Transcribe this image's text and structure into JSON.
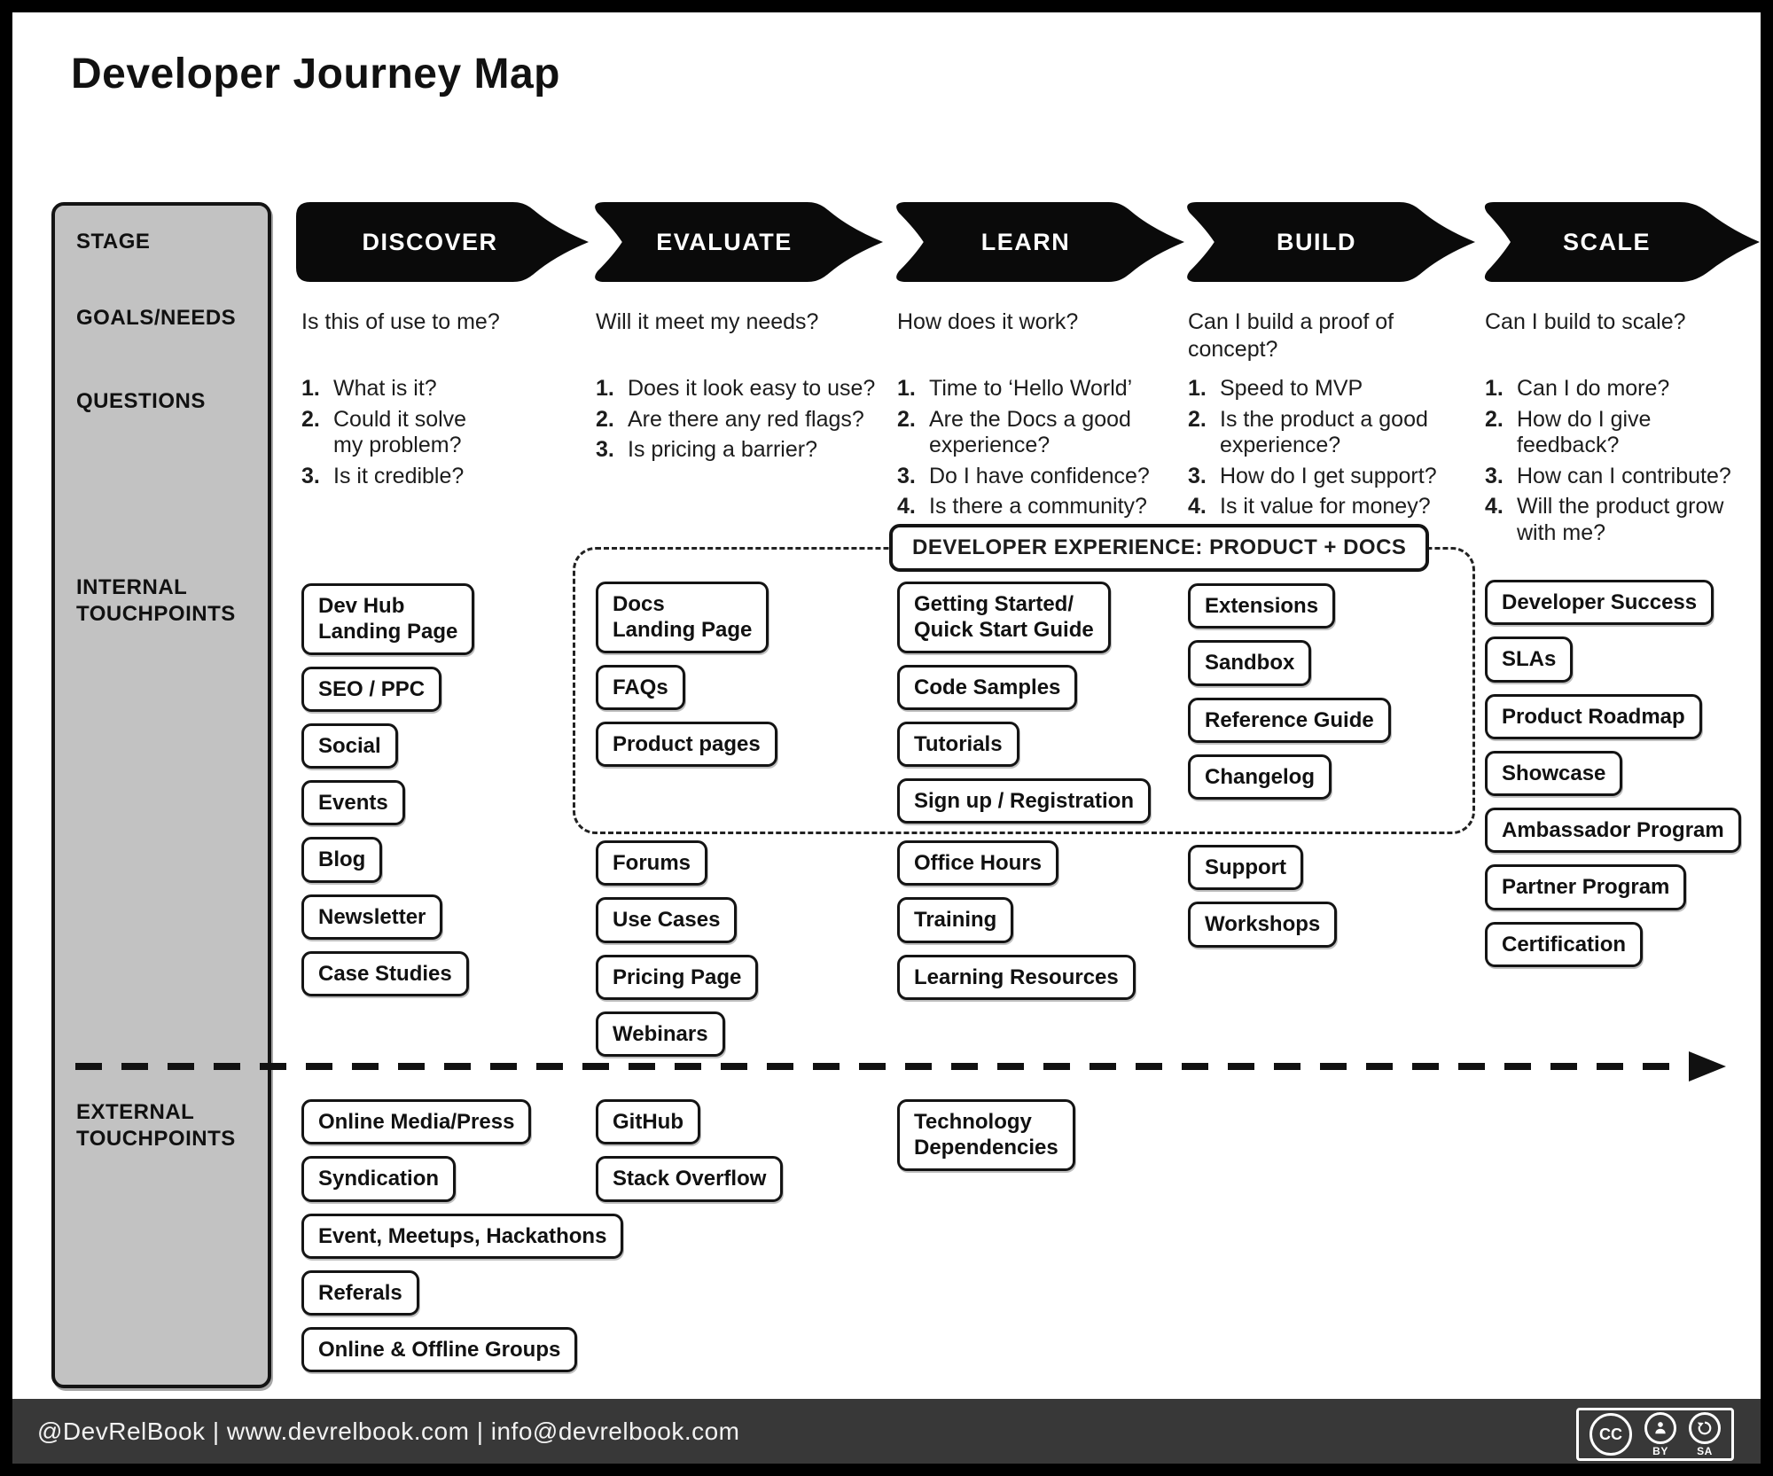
{
  "title": "Developer Journey Map",
  "colors": {
    "sidebar_bg": "#c2c2c2",
    "stage_bg": "#0a0a0a",
    "footer_bg": "#383838",
    "line": "#141414"
  },
  "sidebar": {
    "stage_label": "STAGE",
    "goals_label": "GOALS/NEEDS",
    "questions_label": "QUESTIONS",
    "internal_label": "INTERNAL\nTOUCHPOINTS",
    "external_label": "EXTERNAL\nTOUCHPOINTS"
  },
  "dx_banner": "DEVELOPER EXPERIENCE: PRODUCT + DOCS",
  "columns": [
    {
      "stage": "DISCOVER",
      "goal": "Is this of use to me?",
      "questions": [
        {
          "n": "1.",
          "text": "What is it?"
        },
        {
          "n": "2.",
          "text": "Could it solve my problem?"
        },
        {
          "n": "3.",
          "text": "Is it credible?"
        }
      ],
      "internal": [
        "Dev Hub\nLanding Page",
        "SEO / PPC",
        "Social",
        "Events",
        "Blog",
        "Newsletter",
        "Case Studies"
      ],
      "external": [
        "Online Media/Press",
        "Syndication",
        "Event, Meetups, Hackathons",
        "Referals",
        "Online & Offline Groups"
      ]
    },
    {
      "stage": "EVALUATE",
      "goal": "Will it meet my needs?",
      "questions": [
        {
          "n": "1.",
          "text": "Does it look easy to use?"
        },
        {
          "n": "2.",
          "text": "Are there any red flags?"
        },
        {
          "n": "3.",
          "text": "Is pricing a barrier?"
        }
      ],
      "internal_dx": [
        "Docs\nLanding Page",
        "FAQs",
        "Product pages"
      ],
      "internal": [
        "Forums",
        "Use Cases",
        "Pricing Page",
        "Webinars"
      ],
      "external": [
        "GitHub",
        "Stack Overflow"
      ]
    },
    {
      "stage": "LEARN",
      "goal": "How does it work?",
      "questions": [
        {
          "n": "1.",
          "text": "Time to ‘Hello World’"
        },
        {
          "n": "2.",
          "text": "Are the Docs a good experience?"
        },
        {
          "n": "3.",
          "text": "Do I have confidence?"
        },
        {
          "n": "4.",
          "text": "Is there a community?"
        }
      ],
      "internal_dx": [
        "Getting Started/\nQuick Start Guide",
        "Code Samples",
        "Tutorials",
        "Sign up / Registration"
      ],
      "internal": [
        "Office Hours",
        "Training",
        "Learning Resources"
      ],
      "external": [
        "Technology\nDependencies"
      ]
    },
    {
      "stage": "BUILD",
      "goal": "Can I build a proof of concept?",
      "questions": [
        {
          "n": "1.",
          "text": "Speed to MVP"
        },
        {
          "n": "2.",
          "text": "Is the product a good experience?"
        },
        {
          "n": "3.",
          "text": "How do I get support?"
        },
        {
          "n": "4.",
          "text": "Is it value for money?"
        }
      ],
      "internal_dx": [
        "Extensions",
        "Sandbox",
        "Reference Guide",
        "Changelog"
      ],
      "internal": [
        "Support",
        "Workshops"
      ],
      "external": []
    },
    {
      "stage": "SCALE",
      "goal": "Can I build to scale?",
      "questions": [
        {
          "n": "1.",
          "text": "Can I do more?"
        },
        {
          "n": "2.",
          "text": "How do I give feedback?"
        },
        {
          "n": "3.",
          "text": "How can I contribute?"
        },
        {
          "n": "4.",
          "text": "Will the product grow with me?"
        }
      ],
      "internal": [
        "Developer Success",
        "SLAs",
        "Product Roadmap",
        "Showcase",
        "Ambassador Program",
        "Partner Program",
        "Certification"
      ],
      "external": []
    }
  ],
  "footer": {
    "text": "@DevRelBook  |  www.devrelbook.com  |  info@devrelbook.com",
    "license": {
      "cc_label": "CC",
      "by_label": "BY",
      "sa_label": "SA"
    }
  }
}
